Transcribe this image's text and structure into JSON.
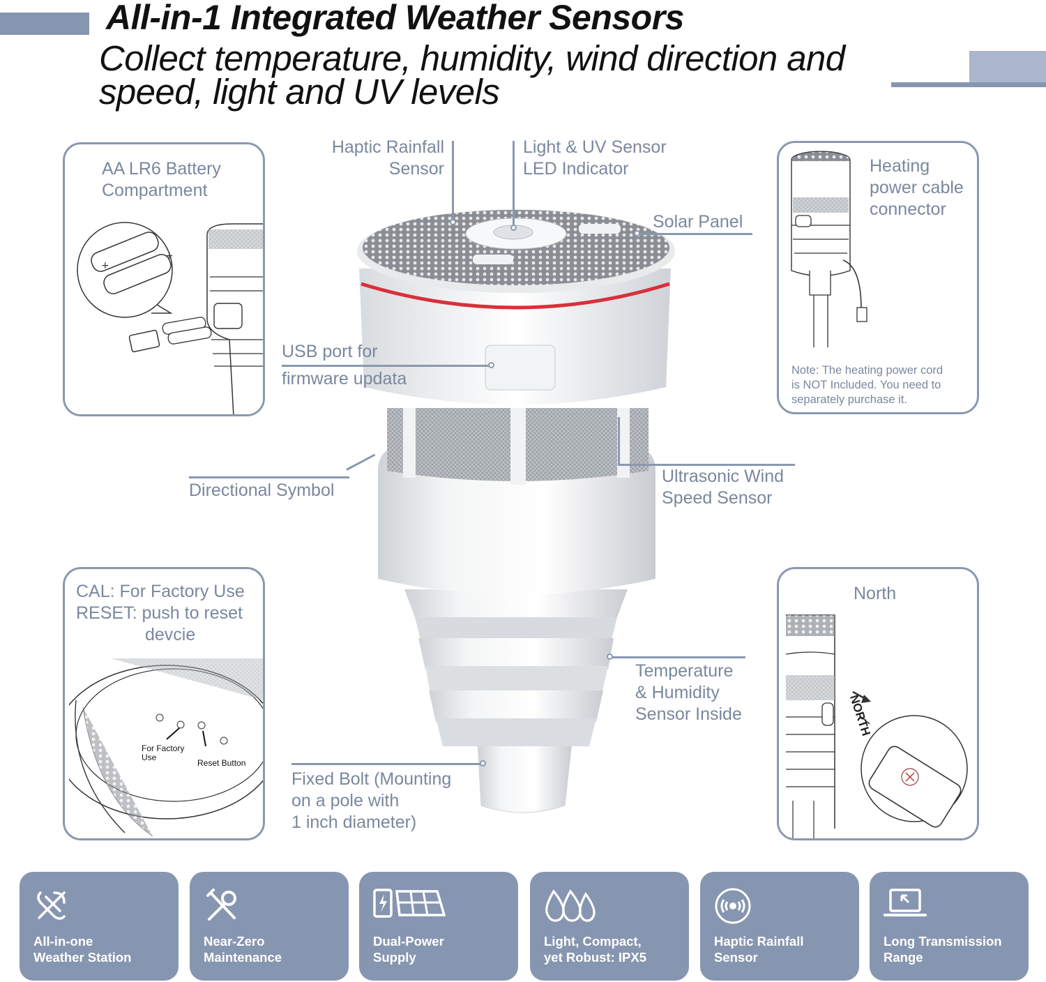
{
  "header": {
    "title": "All-in-1 Integrated Weather Sensors",
    "subtitle": "Collect temperature, humidity, wind direction and speed, light and UV levels"
  },
  "panels": {
    "battery": {
      "title_line1": "AA LR6 Battery",
      "title_line2": "Compartment"
    },
    "heating": {
      "title_line1": "Heating",
      "title_line2": "power cable",
      "title_line3": "connector",
      "note_line1": "Note: The heating power cord",
      "note_line2": "is NOT Included. You need to",
      "note_line3": "separately purchase it."
    },
    "reset": {
      "line1": "CAL: For Factory Use",
      "line2": "RESET: push to reset",
      "line3": "devcie",
      "factory_label_line1": "For Factory",
      "factory_label_line2": "Use",
      "reset_button_label": "Reset Button"
    },
    "north": {
      "title": "North",
      "north_marking": "NORTH"
    }
  },
  "callouts": {
    "haptic_line1": "Haptic Rainfall",
    "haptic_line2": "Sensor",
    "light_line1": "Light & UV Sensor",
    "light_line2": "LED Indicator",
    "solar": "Solar Panel",
    "usb_line1": "USB port for",
    "usb_line2": "firmware updata",
    "directional": "Directional Symbol",
    "ultrasonic_line1": "Ultrasonic Wind",
    "ultrasonic_line2": "Speed Sensor",
    "temp_line1": "Temperature",
    "temp_line2": "& Humidity",
    "temp_line3": "Sensor Inside",
    "bolt_line1": "Fixed Bolt (Mounting",
    "bolt_line2": "on a pole with",
    "bolt_line3": "1 inch diameter)"
  },
  "features": [
    {
      "label": "All-in-one\nWeather Station",
      "icon": "satellite-icon"
    },
    {
      "label": "Near-Zero\nMaintenance",
      "icon": "tools-icon"
    },
    {
      "label": "Dual-Power\nSupply",
      "icon": "battery-solar-icon"
    },
    {
      "label": "Light, Compact,\nyet Robust: IPX5",
      "icon": "water-drops-icon"
    },
    {
      "label": "Haptic Rainfall\nSensor",
      "icon": "haptic-sensor-icon"
    },
    {
      "label": "Long Transmission\nRange",
      "icon": "laptop-icon"
    }
  ],
  "colors": {
    "accent": "#8796b0",
    "text": "#7a879e",
    "title": "#111111",
    "ring": "#d8303a"
  }
}
